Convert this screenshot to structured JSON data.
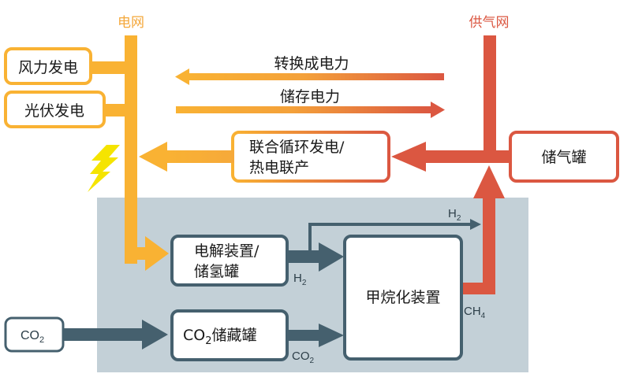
{
  "headers": {
    "grid": "电网",
    "gas_grid": "供气网"
  },
  "colors": {
    "grid": "#F9B233",
    "gas": "#DB5741",
    "process": "#45606E",
    "panel": "#C3D0D7",
    "bolt": "#F5E400",
    "text": "#1a1a1a"
  },
  "sources": {
    "wind": "风力发电",
    "solar": "光伏发电",
    "co2_source": "CO",
    "co2_source_sub": "2"
  },
  "arrows": {
    "convert_to_power": "转换成电力",
    "store_power": "储存电力"
  },
  "boxes": {
    "ccgt_line1": "联合循环发电/",
    "ccgt_line2": "热电联产",
    "gas_storage": "储气罐",
    "electrolysis_line1": "电解装置/",
    "electrolysis_line2": "储氢罐",
    "co2_tank_prefix": "CO",
    "co2_tank_sub": "2",
    "co2_tank_suffix": "储藏罐",
    "methanation": "甲烷化装置"
  },
  "flows": {
    "h2_main": "H",
    "h2_main_sub": "2",
    "h2_bypass": "H",
    "h2_bypass_sub": "2",
    "co2": "CO",
    "co2_sub": "2",
    "ch4": "CH",
    "ch4_sub": "4"
  }
}
